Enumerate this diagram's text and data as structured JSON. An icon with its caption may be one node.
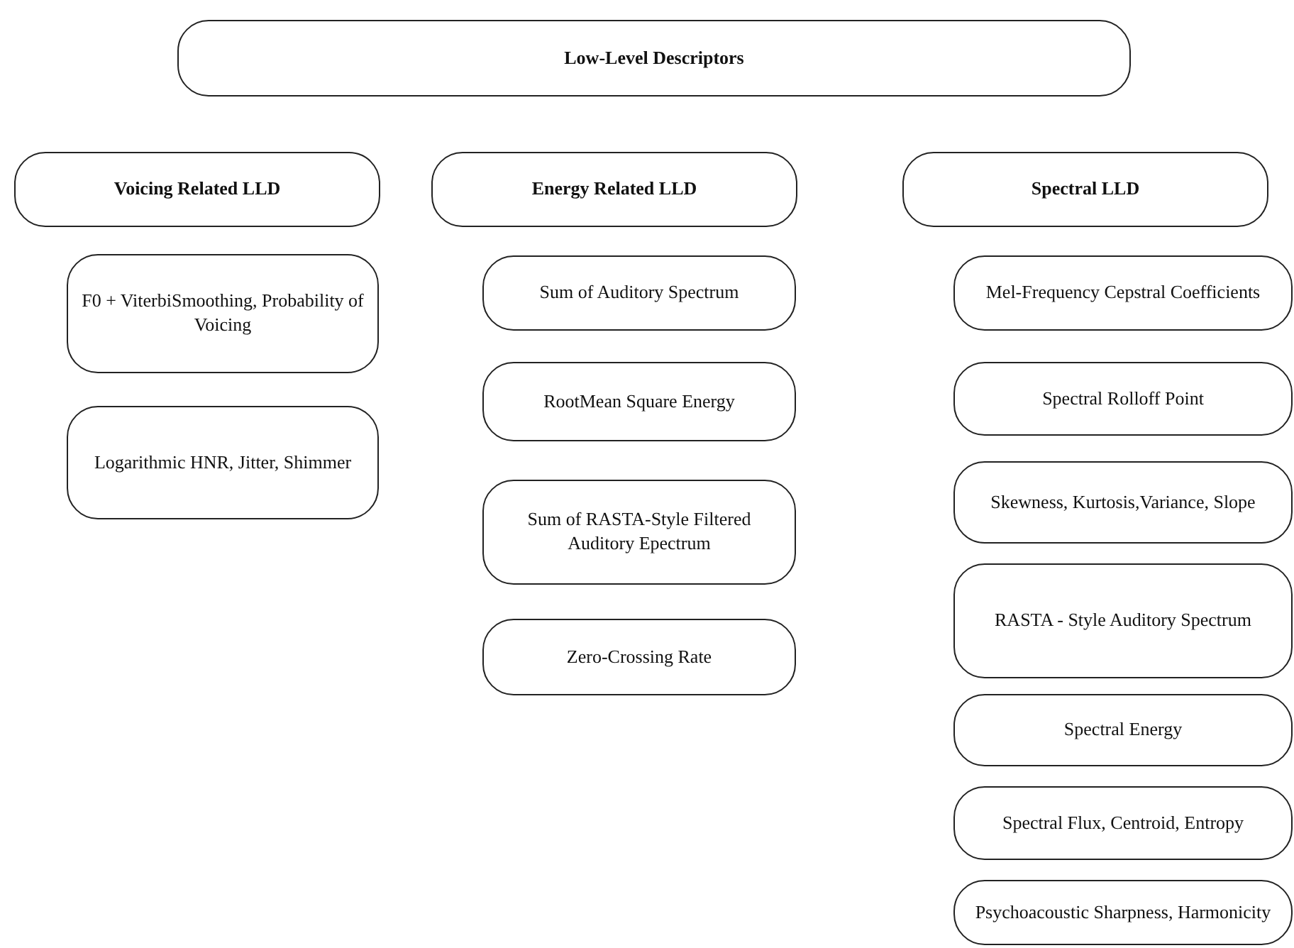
{
  "diagram": {
    "nodes": [
      {
        "text": [
          "Low-Level Descriptors"
        ]
      },
      {
        "text": [
          "Voicing Related LLD"
        ]
      },
      {
        "text": [
          "Energy Related LLD"
        ]
      },
      {
        "text": [
          "Spectral LLD"
        ]
      },
      {
        "text": [
          "F0 + ViterbiSmoothing, Probability of Voicing"
        ]
      },
      {
        "text": [
          "Logarithmic HNR, Jitter, Shimmer"
        ]
      },
      {
        "text": [
          "Sum of Auditory Spectrum"
        ]
      },
      {
        "text": [
          "RootMean Square Energy"
        ]
      },
      {
        "text": [
          "Sum of RASTA-Style Filtered Auditory Epectrum"
        ]
      },
      {
        "text": [
          "Zero-Crossing Rate"
        ]
      },
      {
        "text": [
          "Mel-Frequency Cepstral Coefficients"
        ]
      },
      {
        "text": [
          "Spectral Rolloff Point"
        ]
      },
      {
        "text": [
          "Skewness, Kurtosis,Variance, Slope"
        ]
      },
      {
        "text": [
          "RASTA - Style Auditory Spectrum"
        ]
      },
      {
        "text": [
          "Spectral Energy"
        ]
      },
      {
        "text": [
          "Spectral Flux, Centroid, Entropy"
        ]
      },
      {
        "text": [
          "Psychoacoustic Sharpness, Harmonicity"
        ]
      }
    ],
    "edges": []
  }
}
